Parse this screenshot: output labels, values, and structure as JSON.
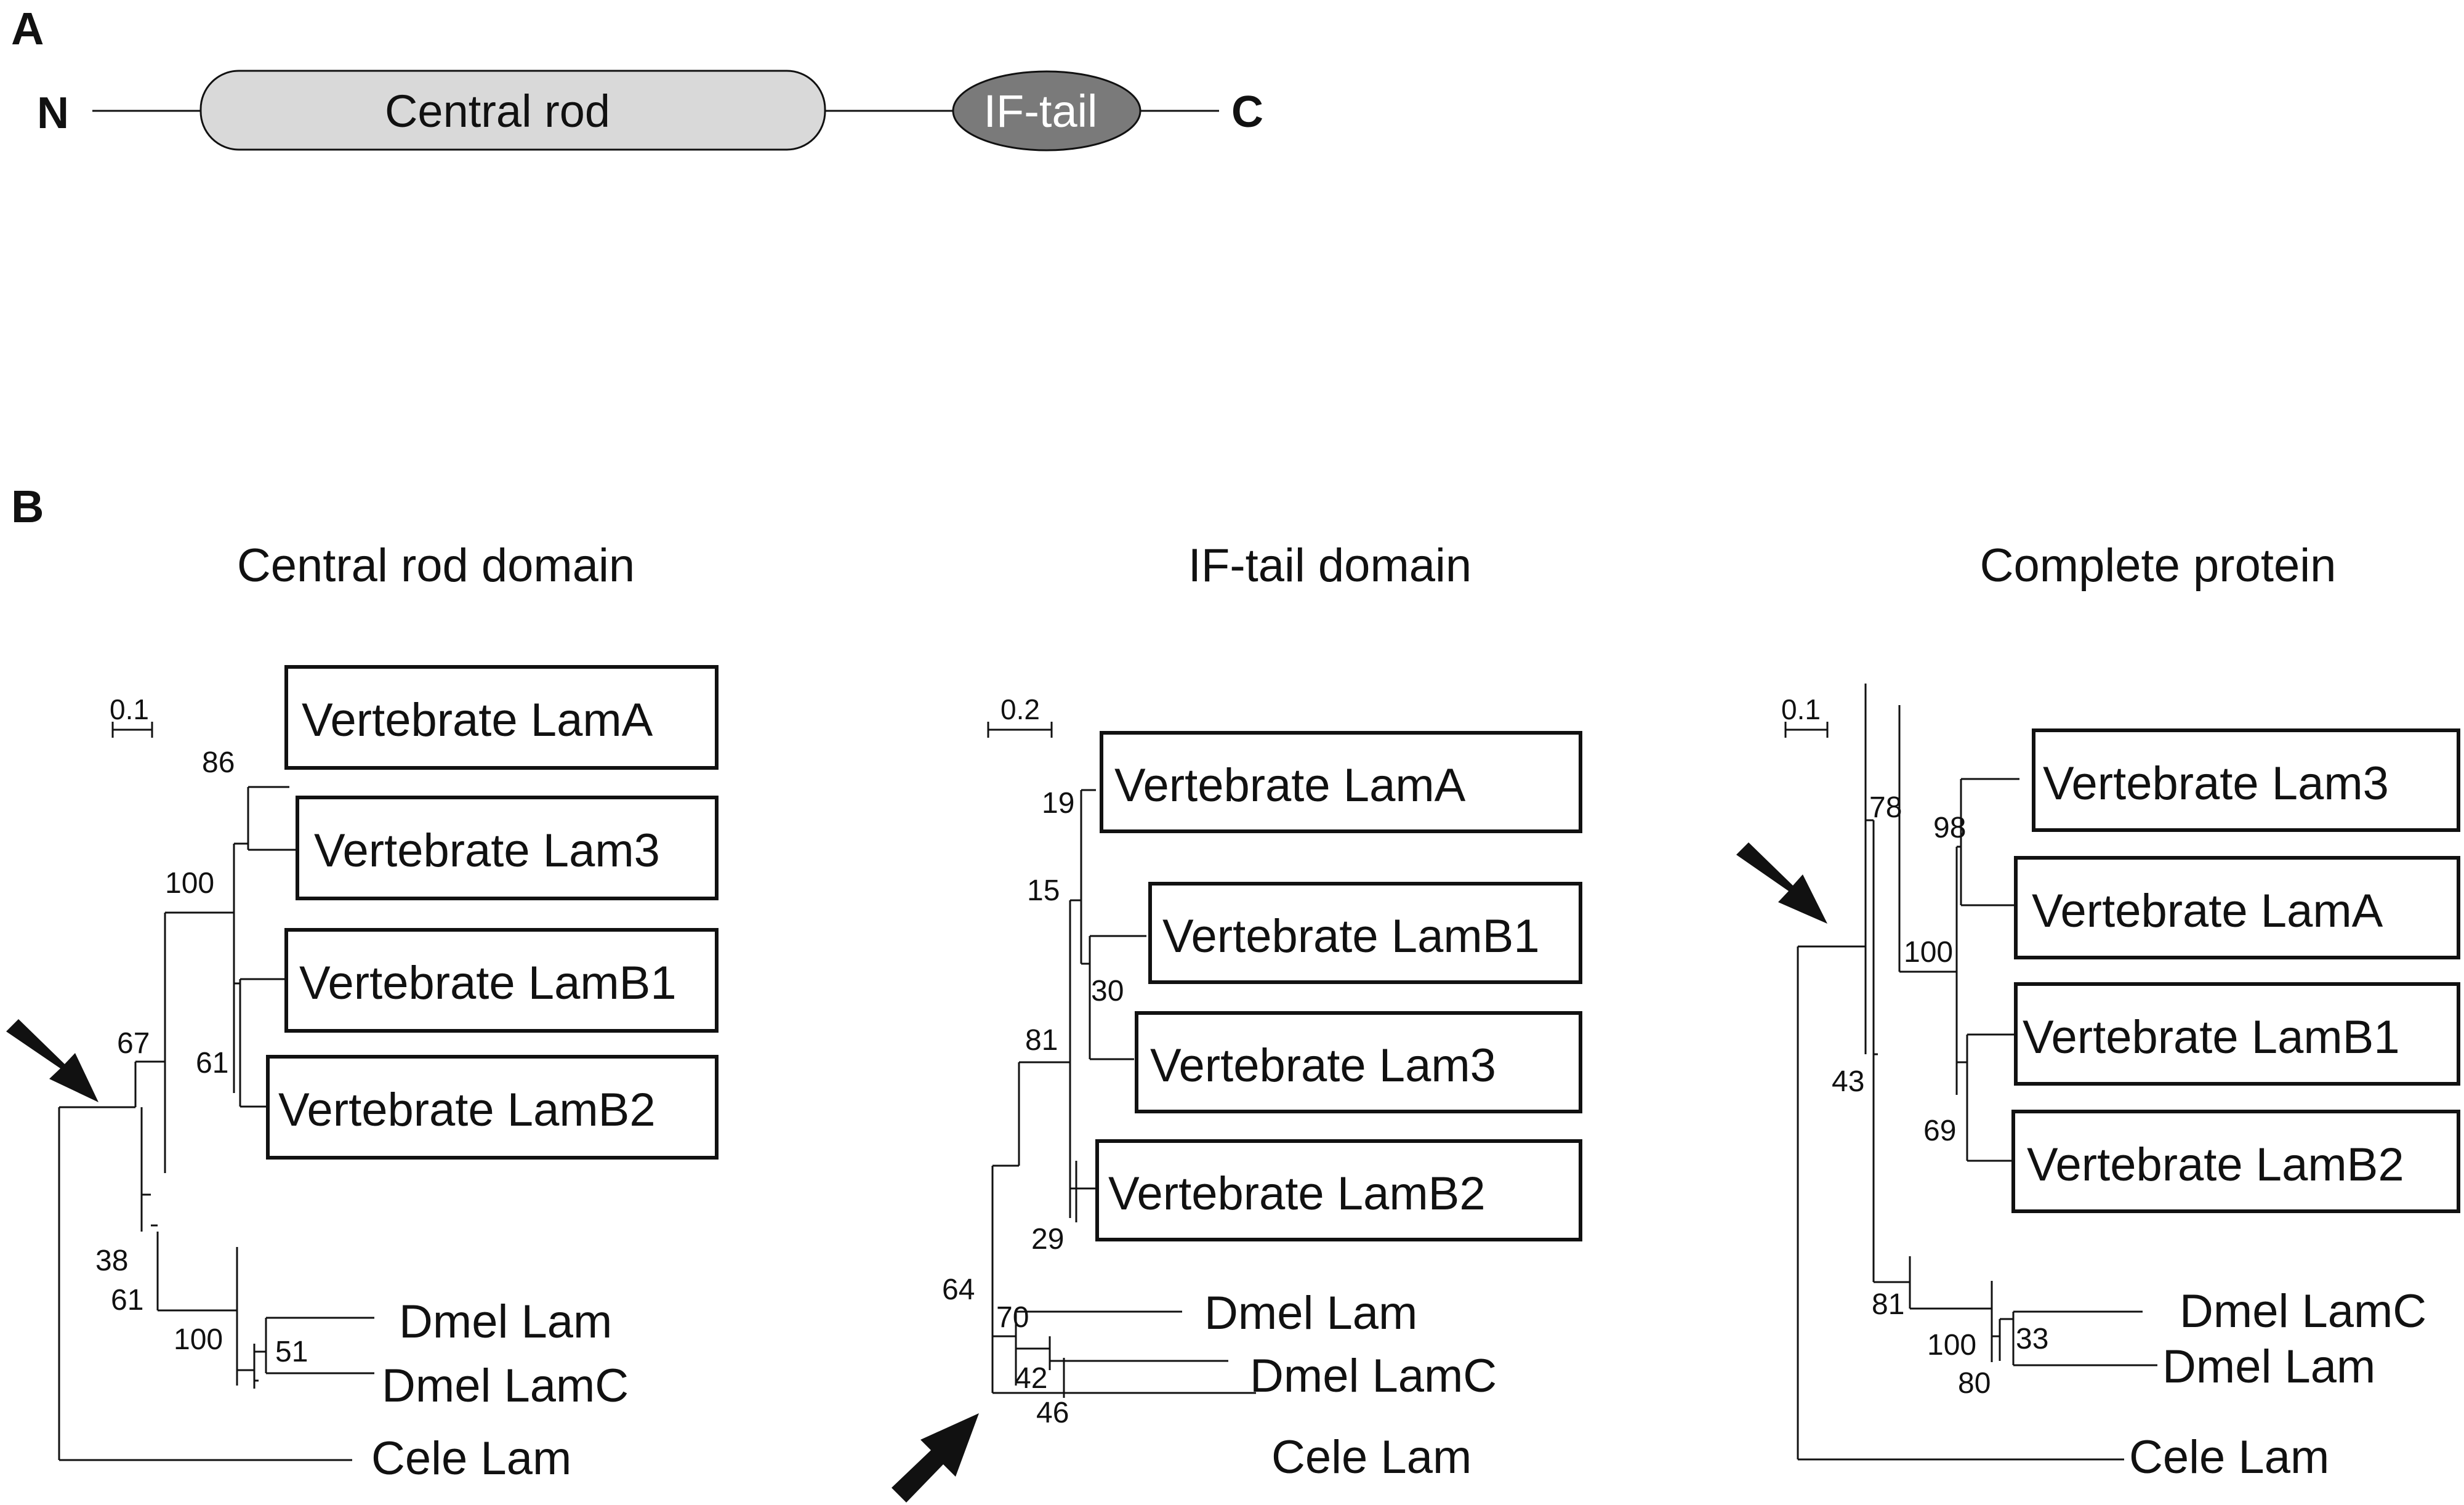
{
  "panel_a": {
    "label": "A",
    "n_terminus": "N",
    "c_terminus": "C",
    "rod_label": "Central rod",
    "tail_label": "IF-tail",
    "colors": {
      "rod_fill": "#d9d9d9",
      "tail_fill": "#7a7a7a",
      "tail_text": "#ffffff"
    }
  },
  "panel_b": {
    "label": "B",
    "trees": [
      {
        "title": "Central rod domain",
        "scale": "0.1",
        "boxed_taxa": [
          "Vertebrate LamA",
          "Vertebrate Lam3",
          "Vertebrate LamB1",
          "Vertebrate LamB2"
        ],
        "other_taxa": [
          "Dmel Lam",
          "Dmel LamC",
          "Cele Lam"
        ],
        "support": [
          "86",
          "100",
          "67",
          "61",
          "38",
          "61",
          "100",
          "51"
        ]
      },
      {
        "title": "IF-tail domain",
        "scale": "0.2",
        "boxed_taxa": [
          "Vertebrate LamA",
          "Vertebrate LamB1",
          "Vertebrate Lam3",
          "Vertebrate LamB2"
        ],
        "other_taxa": [
          "Dmel Lam",
          "Dmel LamC",
          "Cele Lam"
        ],
        "support": [
          "19",
          "15",
          "30",
          "81",
          "29",
          "64",
          "70",
          "42",
          "46"
        ]
      },
      {
        "title": "Complete protein",
        "scale": "0.1",
        "boxed_taxa": [
          "Vertebrate Lam3",
          "Vertebrate LamA",
          "Vertebrate LamB1",
          "Vertebrate LamB2"
        ],
        "other_taxa": [
          "Dmel LamC",
          "Dmel Lam",
          "Cele Lam"
        ],
        "support": [
          "78",
          "98",
          "100",
          "43",
          "69",
          "81",
          "33",
          "100",
          "80"
        ]
      }
    ]
  }
}
